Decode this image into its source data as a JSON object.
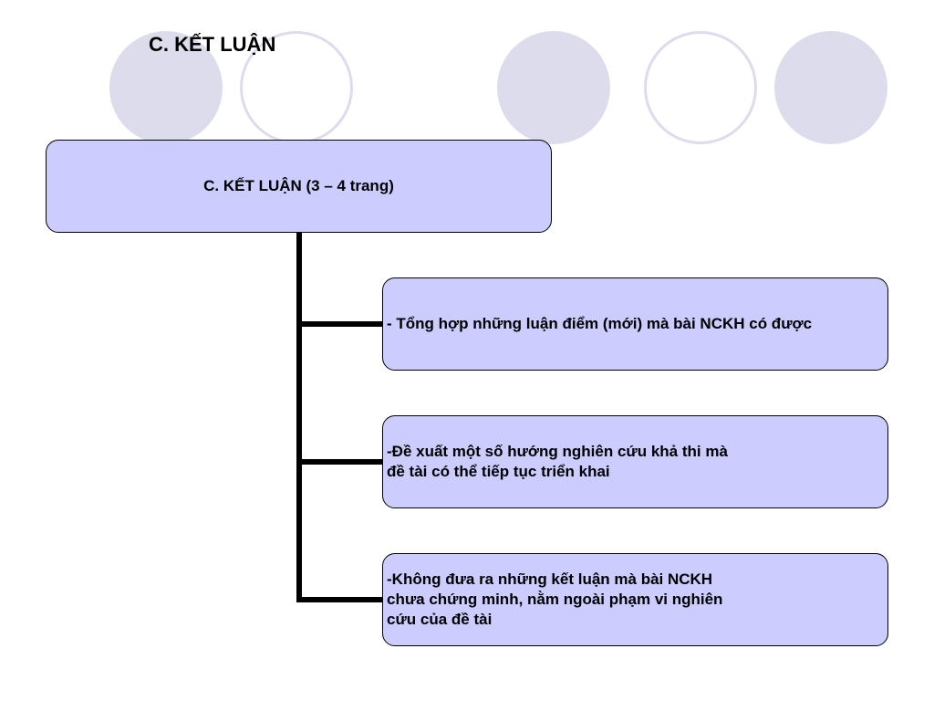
{
  "slide": {
    "title": "C. KẾT LUẬN"
  },
  "diagram": {
    "root": {
      "label": "C. KẾT LUẬN (3 – 4 trang)"
    },
    "children": [
      {
        "label": "- Tổng hợp những luận điểm (mới) mà bài NCKH có được"
      },
      {
        "label": "-Đề xuất một số hướng nghiên cứu khả thi mà\n đề tài có thể tiếp tục triển khai"
      },
      {
        "label": "-Không đưa ra những kết luận mà bài NCKH\nchưa chứng minh, nằm ngoài phạm vi nghiên\ncứu của đề tài"
      }
    ]
  },
  "colors": {
    "box_fill": "#ccccff",
    "decor_circle": "#dcdcec",
    "connector": "#000000"
  }
}
